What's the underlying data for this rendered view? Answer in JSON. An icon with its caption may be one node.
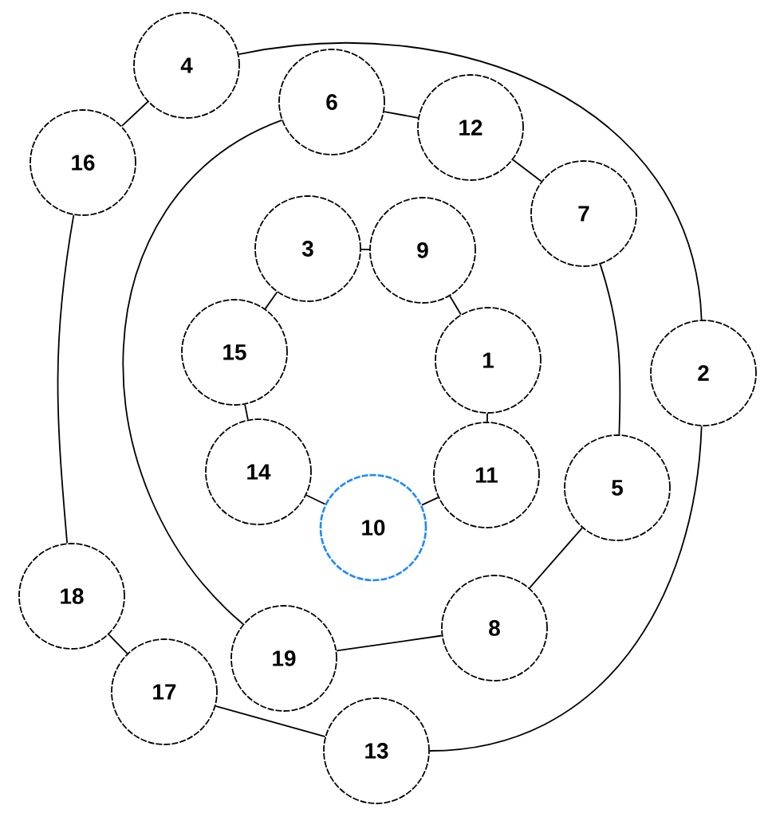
{
  "diagram": {
    "nodes": [
      {
        "text": [
          "4"
        ]
      },
      {
        "text": [
          "16"
        ]
      },
      {
        "text": [
          "6"
        ]
      },
      {
        "text": [
          "12"
        ]
      },
      {
        "text": [
          "7"
        ]
      },
      {
        "text": [
          "2"
        ]
      },
      {
        "text": [
          "3"
        ]
      },
      {
        "text": [
          "9"
        ]
      },
      {
        "text": [
          "15"
        ]
      },
      {
        "text": [
          "1"
        ]
      },
      {
        "text": [
          "14"
        ]
      },
      {
        "text": [
          "11"
        ]
      },
      {
        "text": [
          "10"
        ]
      },
      {
        "text": [
          "5"
        ]
      },
      {
        "text": [
          "18"
        ]
      },
      {
        "text": [
          "8"
        ]
      },
      {
        "text": [
          "19"
        ]
      },
      {
        "text": [
          "17"
        ]
      },
      {
        "text": [
          "13"
        ]
      }
    ],
    "edges": [
      {
        "from": 0,
        "to": 5,
        "arrow": "none"
      },
      {
        "from": 5,
        "to": 18,
        "arrow": "none"
      },
      {
        "from": 18,
        "to": 17,
        "arrow": "none"
      },
      {
        "from": 17,
        "to": 14,
        "arrow": "none"
      },
      {
        "from": 14,
        "to": 1,
        "arrow": "none"
      },
      {
        "from": 1,
        "to": 0,
        "arrow": "none"
      },
      {
        "from": 2,
        "to": 3,
        "arrow": "none"
      },
      {
        "from": 3,
        "to": 4,
        "arrow": "none"
      },
      {
        "from": 4,
        "to": 13,
        "arrow": "none"
      },
      {
        "from": 13,
        "to": 15,
        "arrow": "none"
      },
      {
        "from": 15,
        "to": 16,
        "arrow": "none"
      },
      {
        "from": 16,
        "to": 2,
        "arrow": "none"
      },
      {
        "from": 6,
        "to": 7,
        "arrow": "none"
      },
      {
        "from": 7,
        "to": 9,
        "arrow": "none"
      },
      {
        "from": 9,
        "to": 11,
        "arrow": "none"
      },
      {
        "from": 11,
        "to": 12,
        "arrow": "none"
      },
      {
        "from": 12,
        "to": 10,
        "arrow": "none"
      },
      {
        "from": 10,
        "to": 8,
        "arrow": "none"
      },
      {
        "from": 8,
        "to": 6,
        "arrow": "none"
      }
    ]
  }
}
